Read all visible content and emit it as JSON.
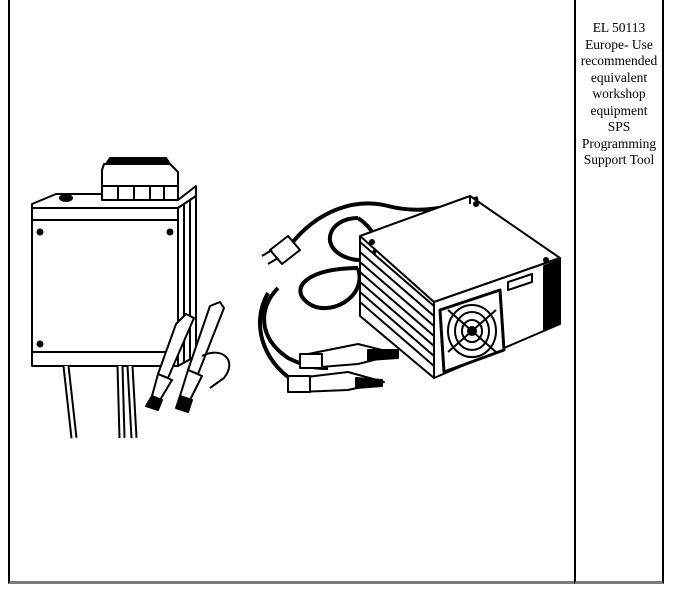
{
  "table": {
    "row": {
      "image_cell": {
        "illustrations": [
          {
            "name": "charger-unit-left",
            "description": "Battery charger box with carry handle, power cables and two alligator clamps"
          },
          {
            "name": "charger-unit-right",
            "description": "Battery charger with cooling fan, mains plug cord and two alligator clamps"
          }
        ]
      },
      "text_cell": {
        "lines": [
          "EL 50113",
          "Europe- Use",
          "recommended",
          "equivalent",
          "workshop",
          "equipment",
          "SPS",
          "Programming",
          "Support Tool"
        ]
      }
    }
  },
  "colors": {
    "border": "#000000",
    "bottom_border": "#7a7a7a",
    "background": "#ffffff"
  }
}
